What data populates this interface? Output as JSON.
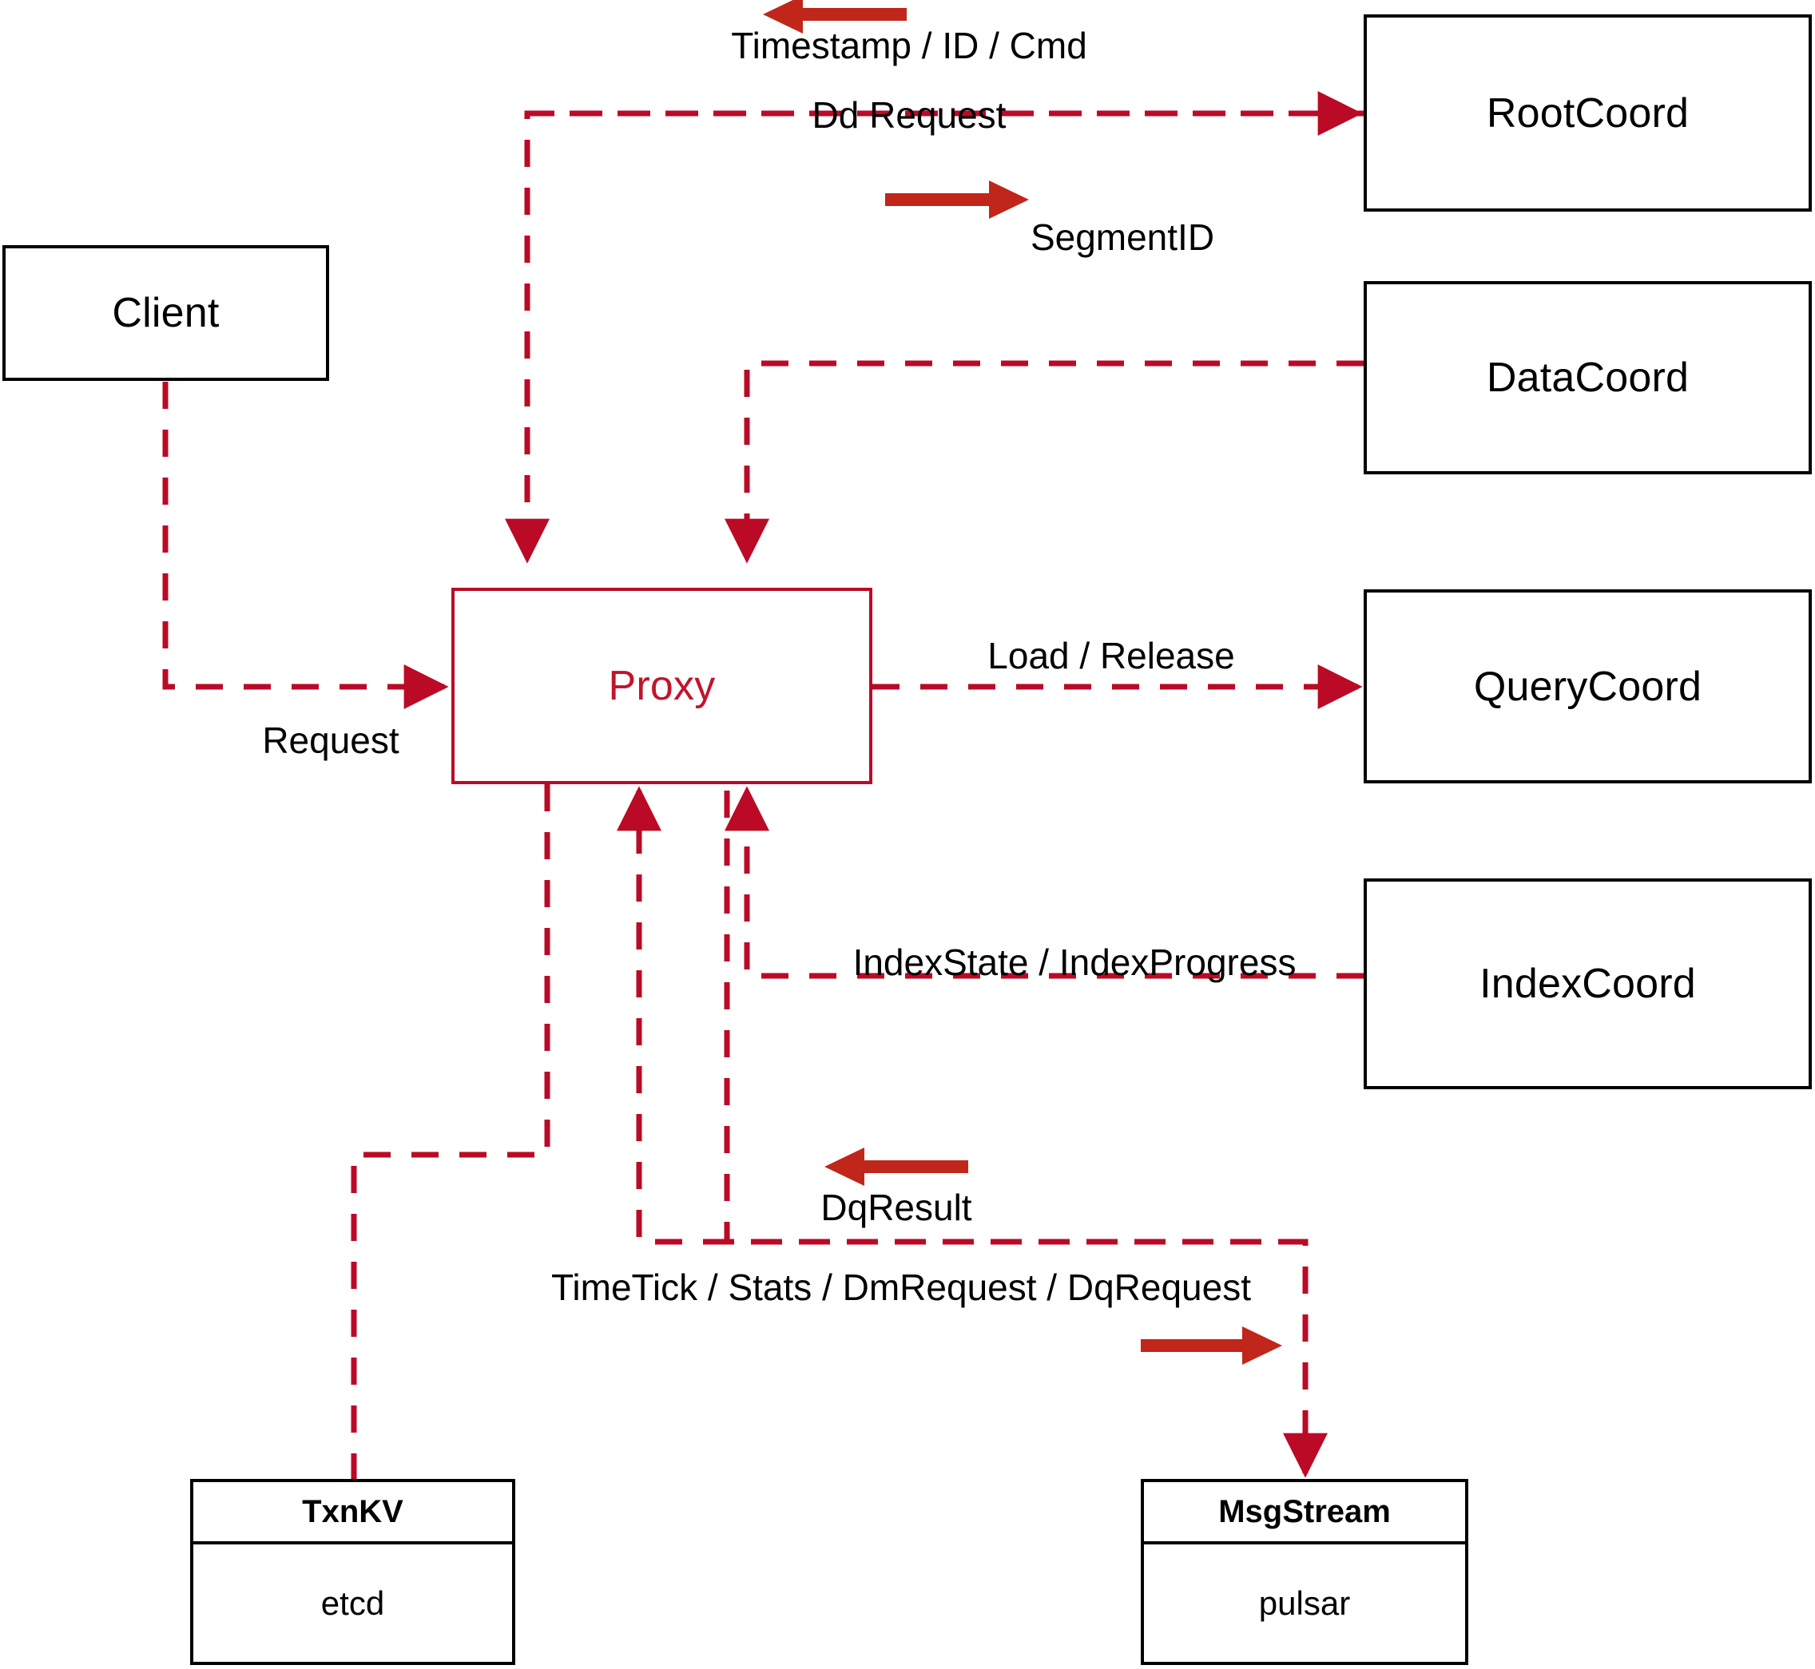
{
  "diagram": {
    "title": "Milvus Proxy interaction diagram",
    "colors": {
      "node_border": "#000000",
      "proxy": "#bb0a26",
      "dashed_line": "#bb0a26",
      "solid_arrow": "#c1261a",
      "background": "#ffffff"
    }
  },
  "nodes": {
    "client": {
      "label": "Client"
    },
    "proxy": {
      "label": "Proxy"
    },
    "root_coord": {
      "label": "RootCoord"
    },
    "data_coord": {
      "label": "DataCoord"
    },
    "query_coord": {
      "label": "QueryCoord"
    },
    "index_coord": {
      "label": "IndexCoord"
    }
  },
  "stores": {
    "txnkv": {
      "title": "TxnKV",
      "impl": "etcd"
    },
    "msgstream": {
      "title": "MsgStream",
      "impl": "pulsar"
    }
  },
  "edges": [
    {
      "id": "timestamp-id-cmd",
      "label": "Timestamp / ID / Cmd",
      "from": "root_coord",
      "to": "proxy",
      "direction": "left"
    },
    {
      "id": "dd-request",
      "label": "Dd Request",
      "from": "proxy",
      "to": "root_coord",
      "direction": "right"
    },
    {
      "id": "segment-id",
      "label": "SegmentID",
      "from": "data_coord",
      "to": "proxy",
      "direction": "left"
    },
    {
      "id": "request",
      "label": "Request",
      "from": "client",
      "to": "proxy",
      "direction": "right"
    },
    {
      "id": "load-release",
      "label": "Load / Release",
      "from": "proxy",
      "to": "query_coord",
      "direction": "right"
    },
    {
      "id": "index-state-progress",
      "label": "IndexState / IndexProgress",
      "from": "index_coord",
      "to": "proxy",
      "direction": "left"
    },
    {
      "id": "dq-result",
      "label": "DqResult",
      "from": "msgstream",
      "to": "proxy",
      "direction": "left"
    },
    {
      "id": "timetick-stats-dmrequest-dqrequest",
      "label": "TimeTick / Stats / DmRequest / DqRequest",
      "from": "proxy",
      "to": "msgstream",
      "direction": "right"
    }
  ]
}
